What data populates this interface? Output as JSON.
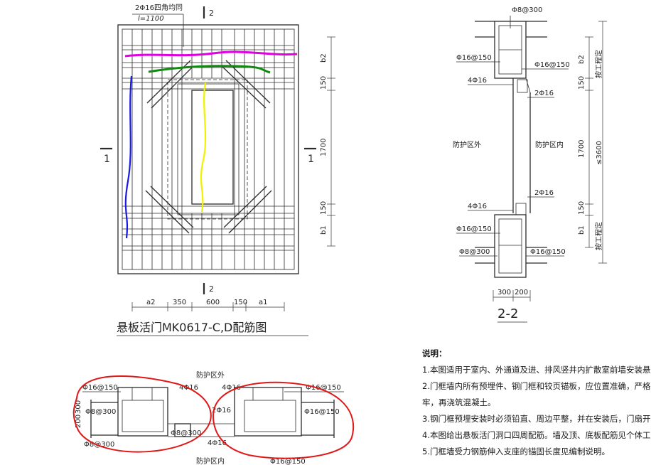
{
  "elevation": {
    "callout_bar": "2Φ16四角均同",
    "callout_len": "l=1100",
    "section_mark_top": "2",
    "section_mark_bottom": "2",
    "section_left": "1",
    "section_right": "1",
    "vdims": [
      "b2",
      "150",
      "1700",
      "150",
      "b1"
    ],
    "hdims": [
      "a2",
      "350",
      "600",
      "150",
      "a1"
    ],
    "title": "悬板活门MK0617-C,D配筋图"
  },
  "section22": {
    "top_bar": "Φ8@300",
    "left_labels": [
      "Φ16@150",
      "4Φ16",
      "4Φ16",
      "Φ16@150",
      "Φ8@300"
    ],
    "right_labels": [
      "Φ16@150",
      "2Φ16",
      "2Φ16",
      "Φ16@150"
    ],
    "side_left": "防护区外",
    "side_right": "防护区内",
    "vdims": [
      "b2",
      "150",
      "1700",
      "150",
      "b1"
    ],
    "total": "≤3600",
    "eng_top": "按工程定",
    "eng_bottom": "按工程定",
    "bottom_dims": [
      "300",
      "200"
    ],
    "title": "2-2"
  },
  "plan": {
    "top_label": "防护区外",
    "labels": [
      "Φ16@150",
      "4Φ16",
      "4Φ16",
      "Φ16@150",
      "Φ8@300",
      "2Φ16",
      "Φ8@300",
      "Φ16@150",
      "Φ8@300",
      "4Φ16",
      "Φ16@150"
    ],
    "left_dims": [
      "200",
      "300"
    ],
    "bottom_label": "防护区内"
  },
  "notes": {
    "title": "说明：",
    "items": [
      "1.本图适用于室内、外通道及进、排风竖井内扩散室前墙安装悬",
      "2.门框墙内所有预埋件、钢门框和铰页锚板，应位置准确，严格",
      "牢，再浇筑混凝土。",
      "3.钢门框预埋安装时必须铅直、周边平整，并在安装后，门扇开",
      "4.本图给出悬板活门洞口四周配筋。墙及顶、底板配筋见个体工",
      "5.门框墙受力钢筋伸入支座的锚固长度见编制说明。"
    ]
  },
  "colors": {
    "line": "#2b2b2b",
    "annot_magenta": "#e000e0",
    "annot_green": "#128a12",
    "annot_blue": "#1a1ae0",
    "annot_yellow": "#f2f200",
    "annot_red": "#e01818"
  }
}
